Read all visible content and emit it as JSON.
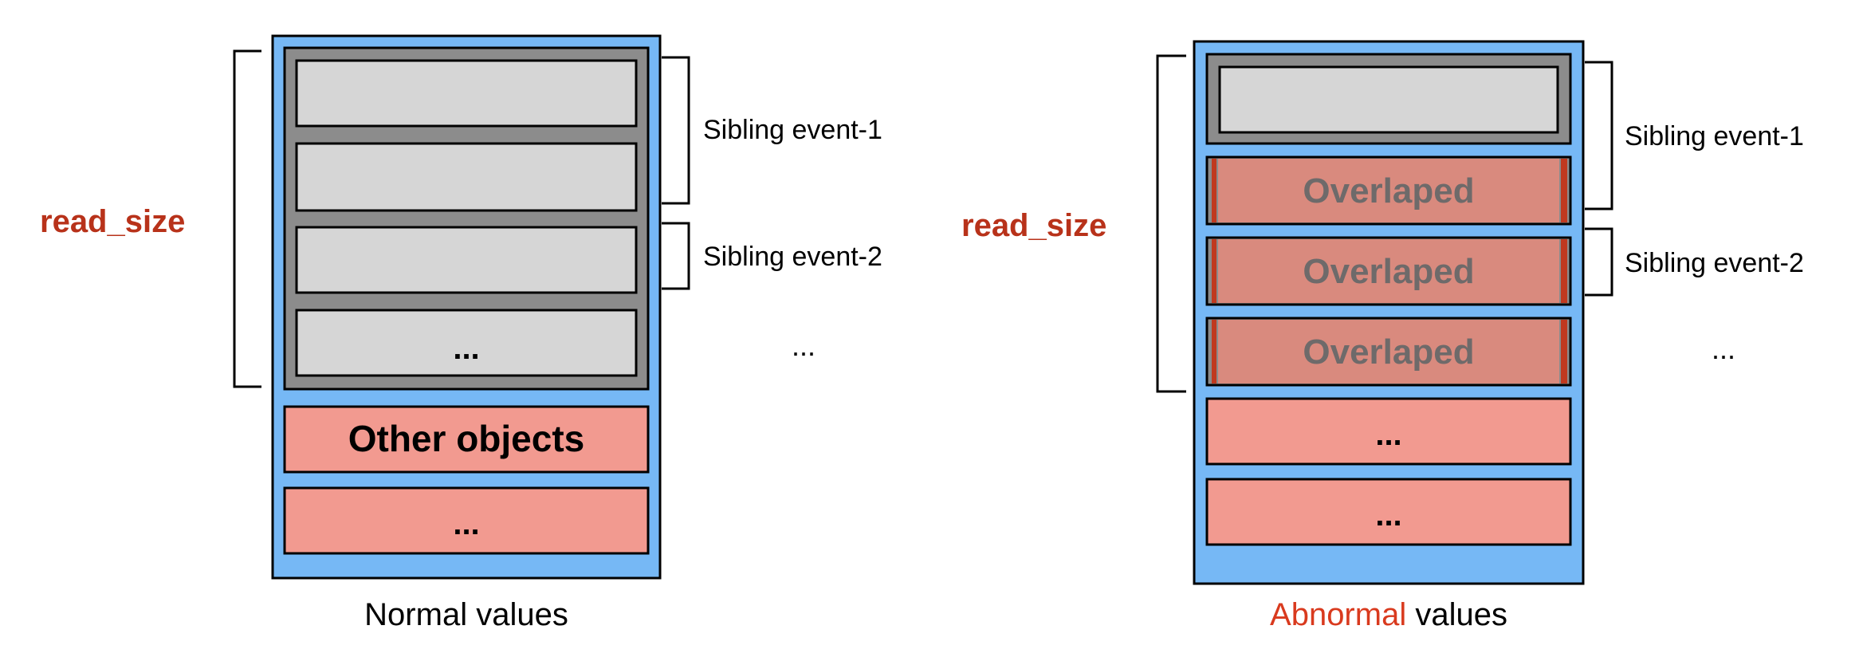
{
  "colors": {
    "container_blue": "#76B8F5",
    "event_group_gray": "#8C8C8C",
    "slot_light_gray": "#D6D6D6",
    "other_salmon": "#F29A90",
    "overlap_rose": "#D98A7E",
    "overlap_edge_red": "#C0391F",
    "label_red": "#B8321A",
    "abnormal_red": "#D93A1E"
  },
  "left": {
    "read_size_label": "read_size",
    "sibling_1": "Sibling event-1",
    "sibling_2": "Sibling event-2",
    "slot_ellipsis": "...",
    "other_objects": "Other objects",
    "other_ellipsis": "...",
    "side_ellipsis": "...",
    "caption": "Normal values"
  },
  "right": {
    "read_size_label": "read_size",
    "sibling_1": "Sibling event-1",
    "sibling_2": "Sibling event-2",
    "overlap_1": "Overlaped",
    "overlap_2": "Overlaped",
    "overlap_3": "Overlaped",
    "other_ellipsis_1": "...",
    "other_ellipsis_2": "...",
    "side_ellipsis": "...",
    "caption_abnormal": "Abnormal",
    "caption_values": " values"
  }
}
